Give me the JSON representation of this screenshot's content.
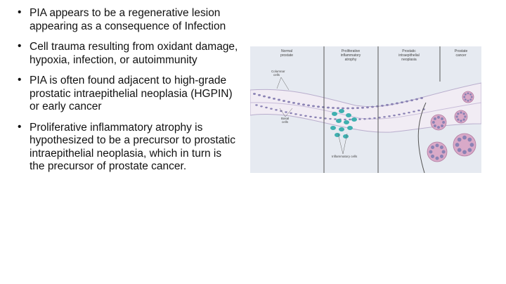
{
  "bullets": [
    " PIA appears to be a regenerative lesion appearing as a consequence of Infection",
    "Cell trauma resulting from oxidant damage, hypoxia, infection, or autoimmunity",
    "PIA is often found adjacent to high-grade prostatic intraepithelial neoplasia (HGPIN) or early cancer",
    "Proliferative inflammatory atrophy is hypothesized to be a precursor to prostatic intraepithelial neoplasia, which in turn is the precursor of prostate cancer."
  ],
  "figure": {
    "sections": [
      {
        "line1": "Normal",
        "line2": "prostate",
        "line3": ""
      },
      {
        "line1": "Proliferative",
        "line2": "inflammatory",
        "line3": "atrophy"
      },
      {
        "line1": "Prostatic",
        "line2": "intraepithelial",
        "line3": "neoplasia"
      },
      {
        "line1": "Prostate",
        "line2": "cancer",
        "line3": ""
      }
    ],
    "labels": {
      "columnar_1": "Columnar",
      "columnar_2": "cells",
      "basal_1": "Basal",
      "basal_2": "cells",
      "inflammatory": "Inflammatory cells"
    },
    "colors": {
      "background": "#e6eaf1",
      "epithelium": "#f1ecf4",
      "nuclei": "#8a82b4",
      "inflammatory": "#3fb0b0",
      "cancer": "#d9a9c8"
    }
  }
}
